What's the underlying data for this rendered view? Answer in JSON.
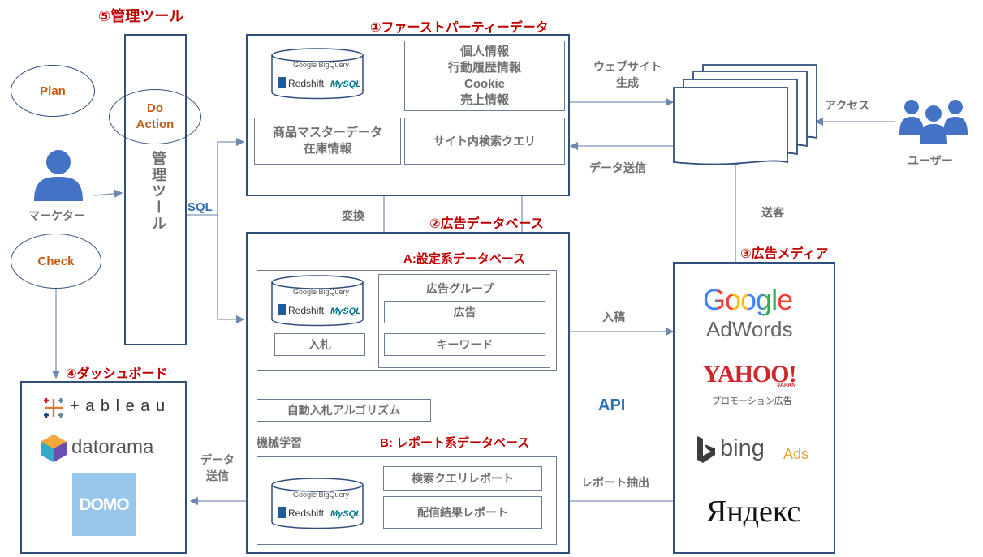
{
  "title_mgmt": "⑤管理ツール",
  "title_first_party": "①ファーストパーティーデータ",
  "title_ad_db": "②広告データベース",
  "title_media": "③広告メディア",
  "title_dashboard": "④ダッシュボード",
  "pdca": {
    "plan": "Plan",
    "do": "Do",
    "action": "Action",
    "check": "Check"
  },
  "marketer_label": "マーケター",
  "mgmt_tool_vertical": "管理ツール",
  "sql_label": "SQL",
  "db_icon": {
    "bigquery": "Google BigQuery",
    "redshift": "Redshift",
    "mysql": "MySQL"
  },
  "first_party": {
    "personal": [
      "個人情報",
      "行動履歴情報",
      "Cookie",
      "売上情報"
    ],
    "product": [
      "商品マスターデータ",
      "在庫情報"
    ],
    "site_search": "サイト内検索クエリ"
  },
  "convert_label": "変換",
  "settings_db": {
    "title": "A:設定系データベース",
    "ad_group": "広告グループ",
    "ad": "広告",
    "keyword": "キーワード",
    "bid": "入札"
  },
  "algorithm": "自動入札アルゴリズム",
  "ml_label": "機械学習",
  "report_db": {
    "title": "B: レポート系データベース",
    "search_query_report": "検索クエリレポート",
    "delivery_report": "配信結果レポート"
  },
  "edge_labels": {
    "web_generate": [
      "ウェブサイト",
      "生成"
    ],
    "data_send": "データ送信",
    "access": "アクセス",
    "traffic": "送客",
    "submit": "入稿",
    "api": "API",
    "report_extract": "レポート抽出",
    "data_send2": [
      "データ",
      "送信"
    ]
  },
  "user_label": "ユーザー",
  "media": {
    "google": "Google",
    "adwords": "AdWords",
    "yahoo": "YAHOO!",
    "yahoo_japan": "JAPAN",
    "yahoo_sub": "プロモーション広告",
    "bing": "bing",
    "bing_ads": "Ads",
    "yandex": "Яндекс"
  },
  "dashboard": {
    "tableau": "+ a b l e a u",
    "datorama": "datorama",
    "domo": "DOMO"
  },
  "colors": {
    "frame": "#2f4f7f",
    "title_red": "#c00000",
    "pdca_orange": "#c55a11",
    "person_blue": "#4472c4",
    "arrow": "#6d87ad"
  }
}
